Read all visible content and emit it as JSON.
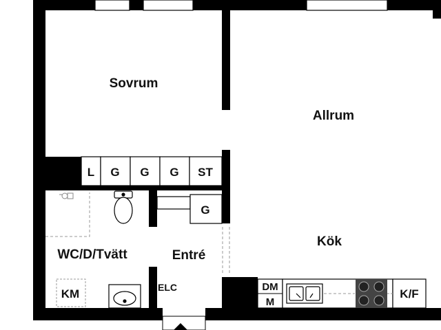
{
  "rooms": {
    "bedroom": "Sovrum",
    "living": "Allrum",
    "kitchen": "Kök",
    "bathroom": "WC/D/Tvätt",
    "entrance": "Entré"
  },
  "fixtures": {
    "wardrobe_l": "L",
    "wardrobe_g1": "G",
    "wardrobe_g2": "G",
    "wardrobe_g3": "G",
    "wardrobe_st": "ST",
    "hall_g": "G",
    "washing_machine": "KM",
    "electrical_cabinet": "ELC",
    "dishwasher_micro_top": "DM",
    "dishwasher_micro_bottom": "M",
    "fridge_freezer": "K/F"
  },
  "colors": {
    "wall": "#000000",
    "background": "#ffffff",
    "line": "#888888"
  }
}
